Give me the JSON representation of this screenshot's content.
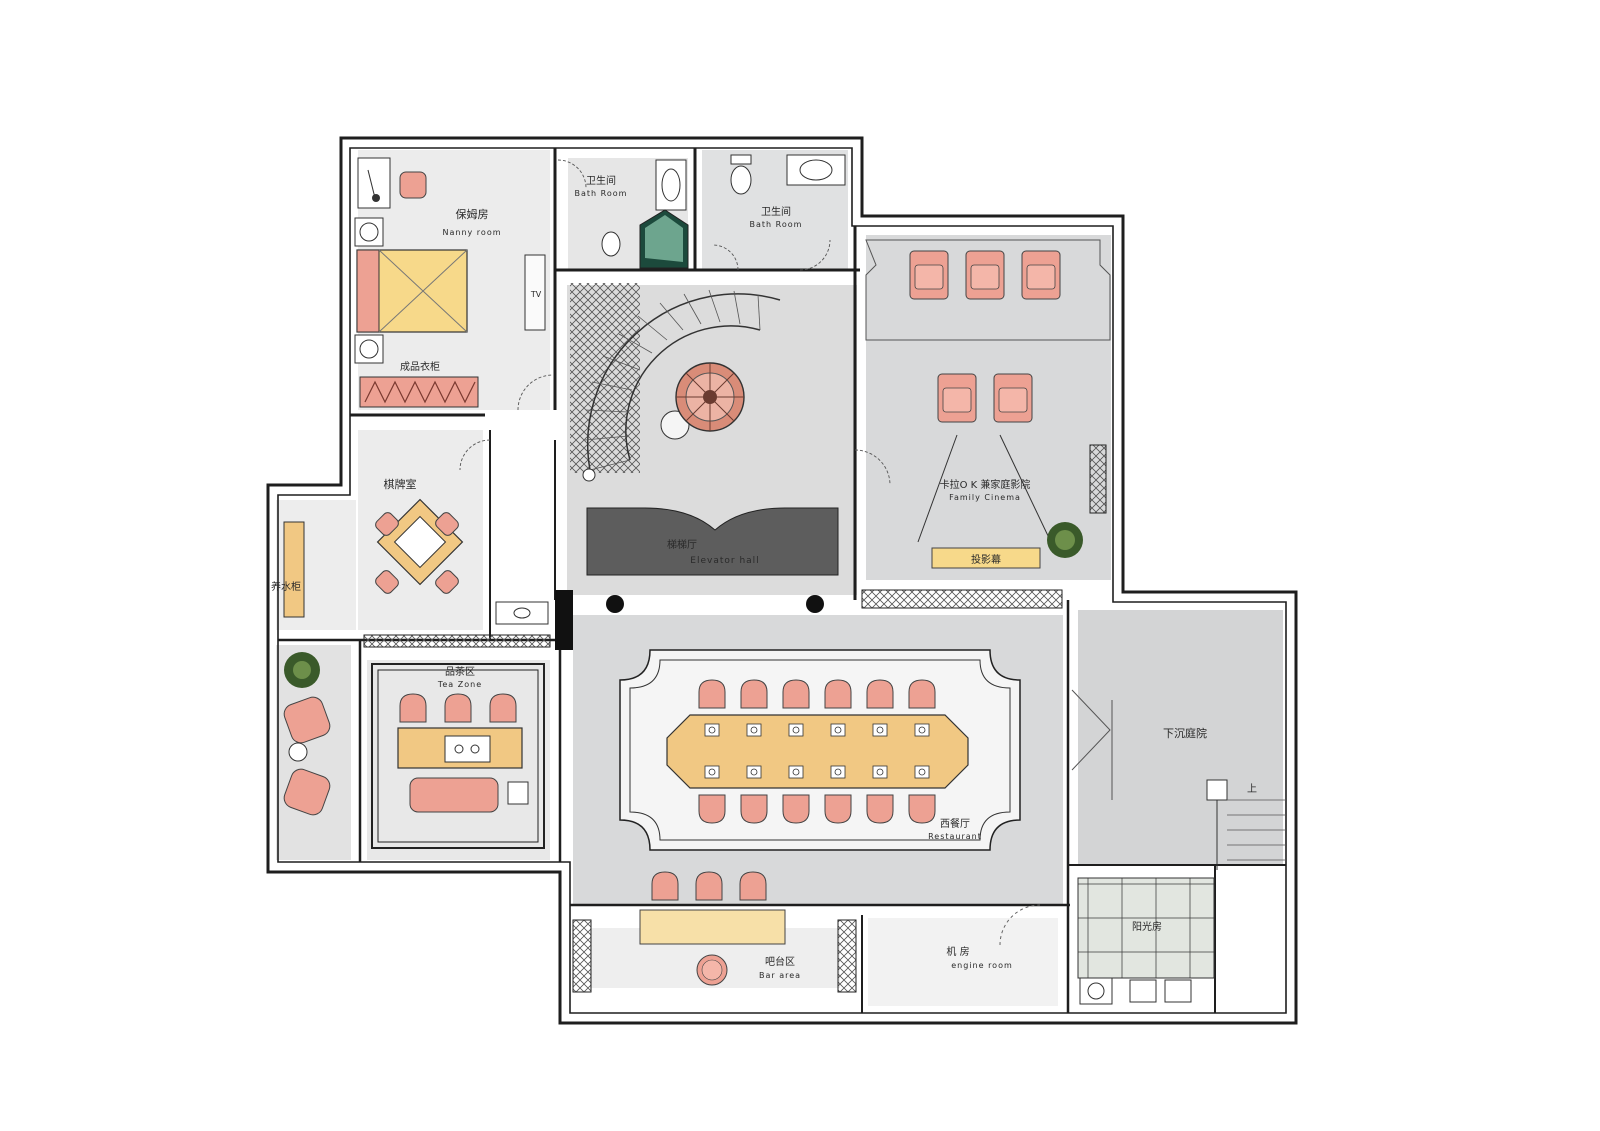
{
  "rooms": {
    "nanny": {
      "zh": "保姆房",
      "en": "Nanny room"
    },
    "wardrobe": {
      "zh": "成品衣柜"
    },
    "tv": {
      "label": "TV"
    },
    "bath1": {
      "zh": "卫生间",
      "en": "Bath Room"
    },
    "bath2": {
      "zh": "卫生间",
      "en": "Bath Room"
    },
    "cinema": {
      "zh": "卡拉O K 兼家庭影院",
      "en": "Family Cinema"
    },
    "screen": {
      "zh": "投影幕"
    },
    "chess": {
      "zh": "棋牌室"
    },
    "water_cabinet": {
      "zh": "养水柜"
    },
    "elevator": {
      "zh": "梯梯厅",
      "en": "Elevator hall"
    },
    "tea": {
      "zh": "品茶区",
      "en": "Tea Zone"
    },
    "restaurant": {
      "zh": "西餐厅",
      "en": "Restaurant"
    },
    "courtyard": {
      "zh": "下沉庭院"
    },
    "stairs_up": {
      "label": "上"
    },
    "sunroom": {
      "zh": "阳光房"
    },
    "bar": {
      "zh": "吧台区",
      "en": "Bar area"
    },
    "engine": {
      "zh": "机 房",
      "en": "engine room"
    }
  },
  "colors": {
    "wall": "#1e1e1e",
    "floor": "#d9dadb",
    "floor_light": "#ebebeb",
    "chair": "#eda193",
    "wood": "#f1c883",
    "bed": "#f7d98a",
    "dark_panel": "#5d5d5d",
    "plant": "#3a5a2a"
  }
}
